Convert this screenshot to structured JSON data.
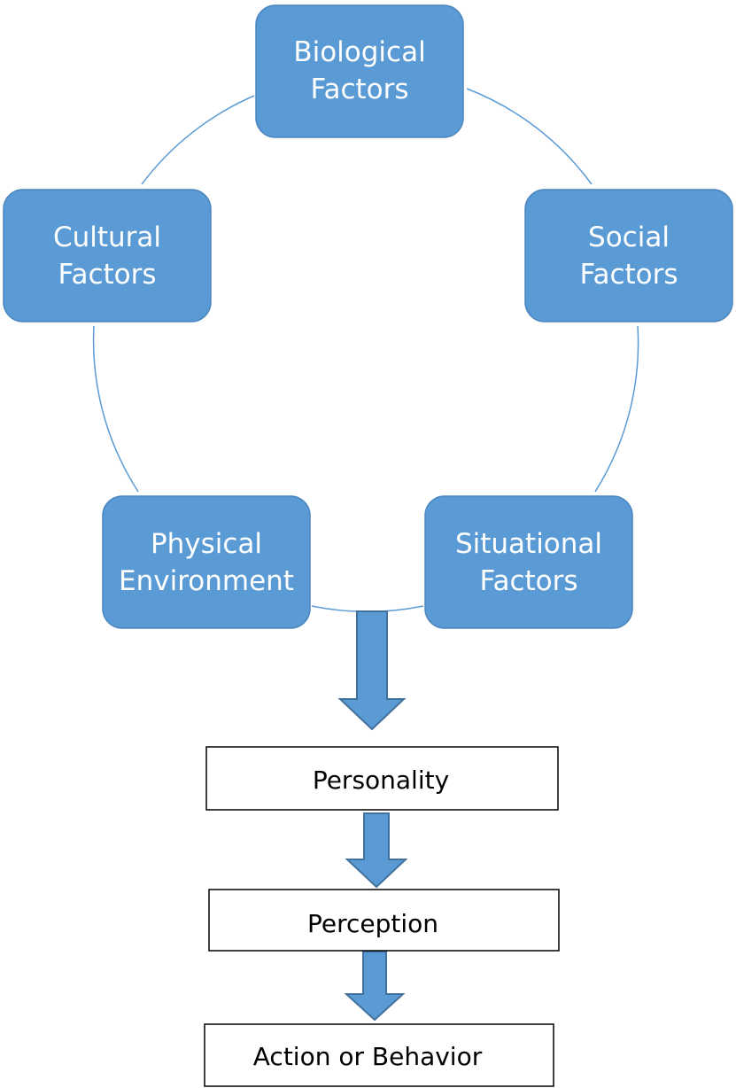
{
  "factors": {
    "biological": {
      "line1": "Biological",
      "line2": "Factors"
    },
    "social": {
      "line1": "Social",
      "line2": "Factors"
    },
    "situational": {
      "line1": "Situational",
      "line2": "Factors"
    },
    "physical": {
      "line1": "Physical",
      "line2": "Environment"
    },
    "cultural": {
      "line1": "Cultural",
      "line2": "Factors"
    }
  },
  "stages": {
    "personality": "Personality",
    "perception": "Perception",
    "action": "Action or Behavior"
  },
  "colors": {
    "node_fill": "#5b9bd5",
    "node_stroke": "#4a86c0",
    "arrow_fill": "#5b9bd5",
    "arrow_stroke": "#41719c",
    "cycle_line": "#5b9bd5",
    "box_stroke": "#000000"
  }
}
